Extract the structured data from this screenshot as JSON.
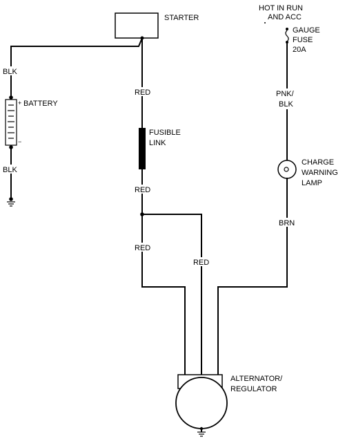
{
  "labels": {
    "starter": "STARTER",
    "hot_line1": "HOT IN RUN",
    "hot_line2": "AND ACC",
    "gauge_fuse_1": "GAUGE",
    "gauge_fuse_2": "FUSE",
    "gauge_fuse_3": "20A",
    "blk_top": "BLK",
    "battery": "BATTERY",
    "battery_plus": "+",
    "battery_minus": "−",
    "blk_bottom": "BLK",
    "red_1": "RED",
    "fusible_link_1": "FUSIBLE",
    "fusible_link_2": "LINK",
    "red_2": "RED",
    "red_3": "RED",
    "red_4": "RED",
    "pnk_blk_1": "PNK/",
    "pnk_blk_2": "BLK",
    "charge_warning_1": "CHARGE",
    "charge_warning_2": "WARNING",
    "charge_warning_3": "LAMP",
    "brn": "BRN",
    "alternator_1": "ALTERNATOR/",
    "alternator_2": "REGULATOR"
  }
}
